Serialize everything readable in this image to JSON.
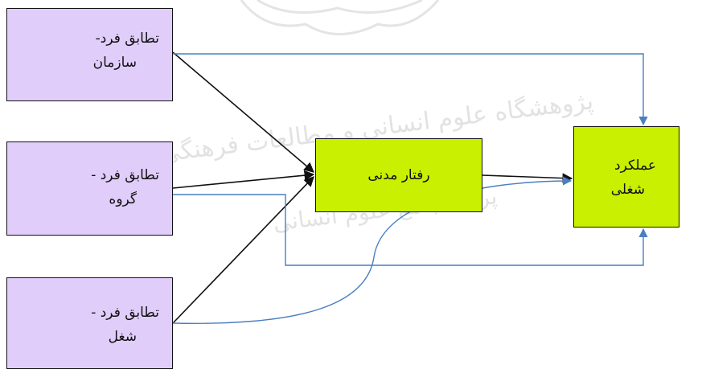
{
  "diagram": {
    "nodes": {
      "fit_org": {
        "lines": [
          "تطابق فرد-",
          "سازمان"
        ]
      },
      "fit_group": {
        "lines": [
          "تطابق فرد -",
          "گروه"
        ]
      },
      "fit_job": {
        "lines": [
          "تطابق فرد -",
          "شغل"
        ]
      },
      "citizenship": {
        "lines": [
          "رفتار مدنی"
        ]
      },
      "performance": {
        "lines": [
          "عملکرد",
          "شغلی"
        ]
      }
    },
    "edges": [
      {
        "from": "fit_org",
        "to": "citizenship",
        "color": "#111111"
      },
      {
        "from": "fit_group",
        "to": "citizenship",
        "color": "#111111"
      },
      {
        "from": "fit_job",
        "to": "citizenship",
        "color": "#111111"
      },
      {
        "from": "citizenship",
        "to": "performance",
        "color": "#111111"
      },
      {
        "from": "fit_org",
        "to": "performance",
        "color": "#4a7fc1"
      },
      {
        "from": "fit_group",
        "to": "performance",
        "color": "#4a7fc1"
      },
      {
        "from": "fit_job",
        "to": "performance",
        "color": "#4a7fc1"
      }
    ],
    "colors": {
      "source_fill": "#e1cdfa",
      "target_fill": "#c8f000",
      "direct_arrow": "#111111",
      "link_arrow": "#4a7fc1"
    }
  },
  "watermark": {
    "lines": [
      "پژوهشگاه علوم انسانی و مطالعات فرهنگی",
      "پرتال جامع علوم انسانی"
    ]
  }
}
